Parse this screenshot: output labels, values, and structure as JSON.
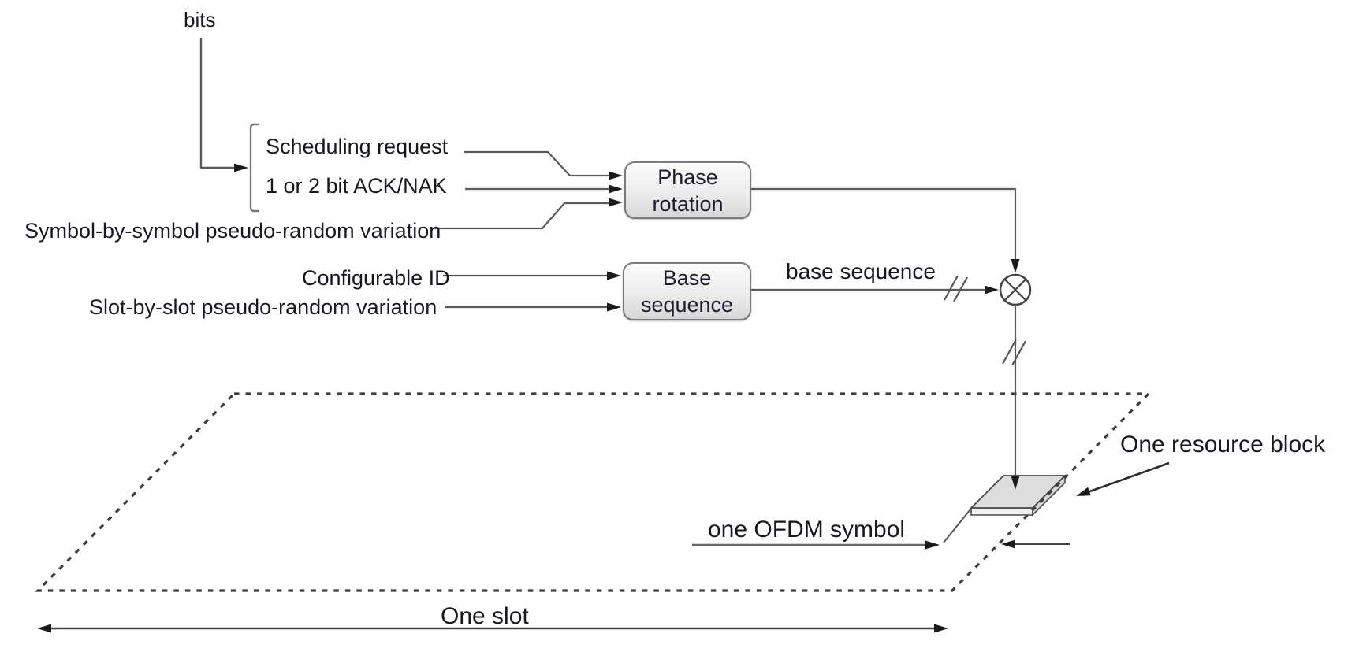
{
  "diagram": {
    "bits_label": "bits",
    "inputs": {
      "scheduling_request": "Scheduling request",
      "ack_nak": "1 or 2 bit ACK/NAK",
      "symbol_variation": "Symbol-by-symbol pseudo-random variation",
      "configurable_id": "Configurable ID",
      "slot_variation": "Slot-by-slot pseudo-random variation"
    },
    "blocks": {
      "phase_rotation": "Phase rotation",
      "base_sequence": "Base sequence"
    },
    "signal_labels": {
      "base_sequence_output": "base sequence"
    },
    "grid": {
      "one_resource_block": "One resource block",
      "one_ofdm_symbol": "one OFDM symbol",
      "one_slot": "One slot"
    },
    "icons": {
      "multiplier": "multiply-icon"
    },
    "colors": {
      "background": "#ffffff",
      "line": "#5a5a5a",
      "arrowhead": "#1a1a1a",
      "dash": "#3f3f3f",
      "text": "#17171f",
      "block_border": "#7a7a7a",
      "block_fill_light": "#fbfbfb",
      "block_fill_dark": "#d7d7d7",
      "slab_top": "#dddddd",
      "slab_front": "#f0f0f0",
      "slab_side": "#d4d4d4"
    }
  }
}
